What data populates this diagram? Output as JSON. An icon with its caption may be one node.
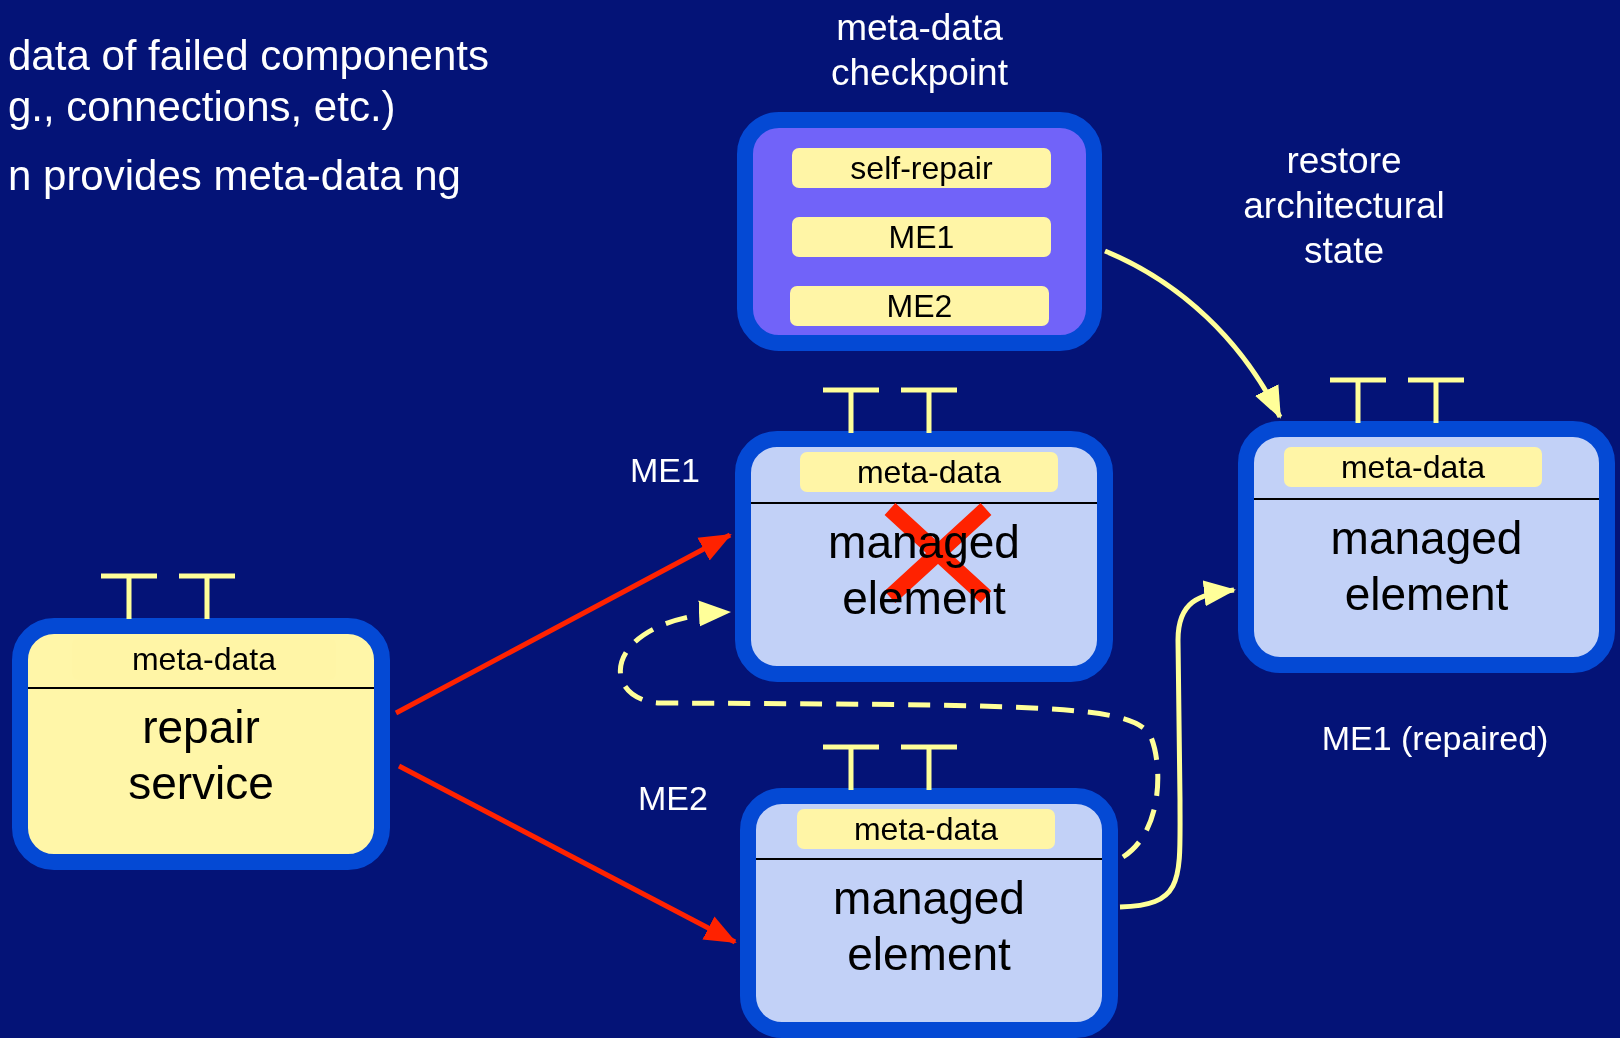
{
  "diagram": {
    "nodes": [
      {
        "text": [
          "meta-data checkpoint"
        ]
      },
      {
        "text": [
          "self-repair"
        ],
        "in": 0
      },
      {
        "text": [
          "ME1"
        ],
        "in": 0
      },
      {
        "text": [
          "ME2"
        ],
        "in": 0
      },
      {
        "text": [
          "repair service"
        ]
      },
      {
        "text": [
          "meta-data"
        ],
        "in": 4
      },
      {
        "text": [
          "managed element"
        ],
        "beside": [
          "ME1"
        ]
      },
      {
        "text": [
          "meta-data"
        ],
        "in": 6
      },
      {
        "text": [
          "managed element"
        ],
        "beside": [
          "ME2"
        ]
      },
      {
        "text": [
          "meta-data"
        ],
        "in": 8
      },
      {
        "text": [
          "managed element"
        ],
        "beside": [
          "ME1 (repaired)"
        ]
      },
      {
        "text": [
          "meta-data"
        ],
        "in": 10
      }
    ],
    "edges": [
      {
        "from": 4,
        "to": 6,
        "arrow": "to",
        "color": "#ff2200"
      },
      {
        "from": 4,
        "to": 8,
        "arrow": "to",
        "color": "#ff2200"
      },
      {
        "from": 8,
        "to": 6,
        "arrow": "to",
        "style": "dashed"
      },
      {
        "from": 8,
        "to": 10,
        "arrow": "to"
      },
      {
        "from": 0,
        "to": 10,
        "arrow": "to",
        "label": "restore architectural state"
      }
    ],
    "labels": [
      "data of failed components g., connections, etc.)",
      "n provides meta-data ng"
    ]
  }
}
